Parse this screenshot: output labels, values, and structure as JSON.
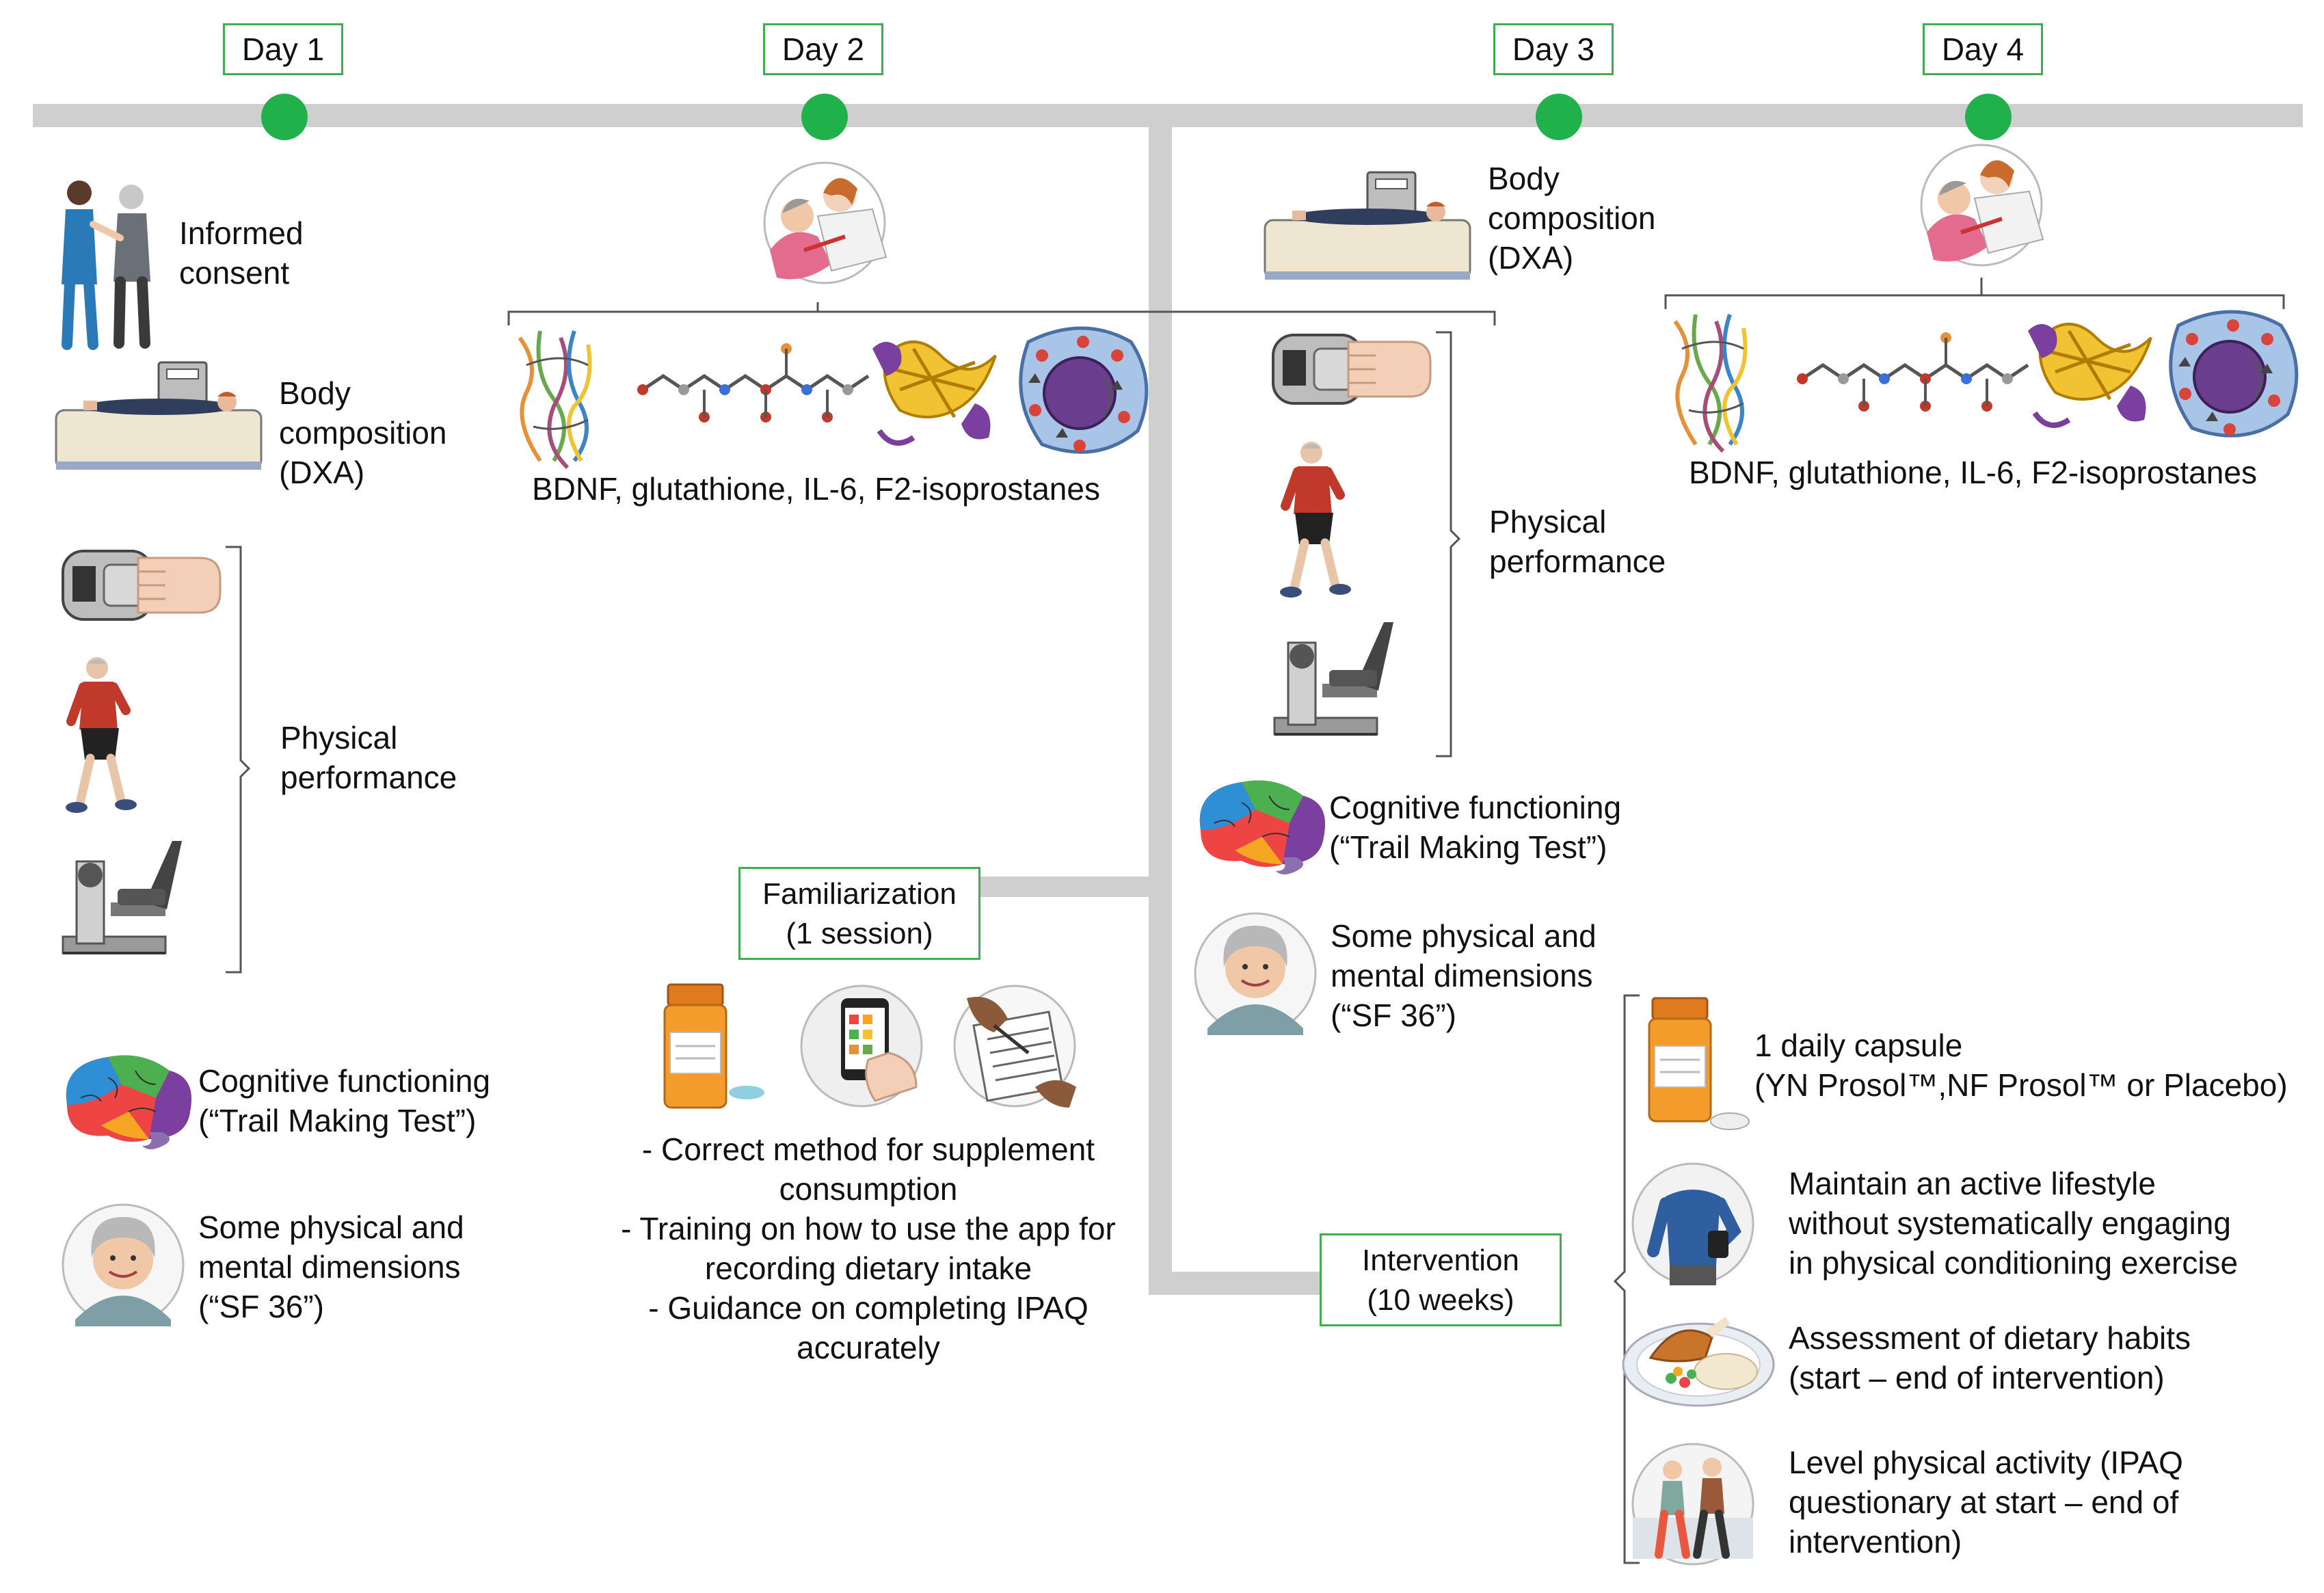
{
  "colors": {
    "timeline": "#cfcfcf",
    "day_dot": "#21b14b",
    "box_border": "#3fae4f",
    "bracket": "#555555"
  },
  "timeline": {
    "days": [
      {
        "label": "Day 1"
      },
      {
        "label": "Day 2"
      },
      {
        "label": "Day 3"
      },
      {
        "label": "Day 4"
      }
    ]
  },
  "day1": {
    "informed_consent": [
      "Informed",
      "consent"
    ],
    "body_composition": [
      "Body",
      "composition",
      "(DXA)"
    ],
    "physical_performance": [
      "Physical",
      "performance"
    ],
    "cognitive": [
      "Cognitive functioning",
      "(“Trail Making Test”)"
    ],
    "sf36": [
      "Some physical and",
      "mental dimensions",
      "(“SF 36”)"
    ]
  },
  "day2": {
    "biomarkers": "BDNF, glutathione, IL-6, F2-isoprostanes"
  },
  "familiarization": {
    "title": [
      "Familiarization",
      "(1 session)"
    ],
    "notes": [
      "- Correct method for supplement",
      "consumption",
      "- Training on how to use the app for",
      "recording dietary intake",
      "- Guidance on completing IPAQ",
      "accurately"
    ]
  },
  "day3": {
    "body_composition": [
      "Body",
      "composition",
      "(DXA)"
    ],
    "physical_performance": [
      "Physical",
      "performance"
    ],
    "cognitive": [
      "Cognitive functioning",
      "(“Trail Making Test”)"
    ],
    "sf36": [
      "Some physical and",
      "mental dimensions",
      "(“SF 36”)"
    ]
  },
  "day4": {
    "biomarkers": "BDNF, glutathione, IL-6, F2-isoprostanes"
  },
  "intervention": {
    "title": [
      "Intervention",
      "(10 weeks)"
    ],
    "capsule": [
      "1 daily capsule",
      "(YN Prosol™,NF Prosol™ or Placebo)"
    ],
    "lifestyle": [
      "Maintain an active lifestyle",
      "without systematically engaging",
      "in physical conditioning exercise"
    ],
    "diet": [
      "Assessment of dietary habits",
      "(start – end of intervention)"
    ],
    "activity": [
      "Level physical activity (IPAQ",
      "questionary at start – end of",
      "intervention)"
    ]
  },
  "icons": [
    "nurse-patient-icon",
    "dxa-scanner-icon",
    "handgrip-dynamometer-icon",
    "walking-man-icon",
    "leg-press-machine-icon",
    "brain-icon",
    "elderly-woman-icon",
    "blood-draw-icon",
    "bdnf-protein-icon",
    "glutathione-molecule-icon",
    "il6-protein-icon",
    "cell-icon",
    "pill-bottle-icon",
    "phone-app-icon",
    "writing-form-icon",
    "smartwatch-runner-icon",
    "food-plate-icon",
    "walking-couple-icon"
  ]
}
